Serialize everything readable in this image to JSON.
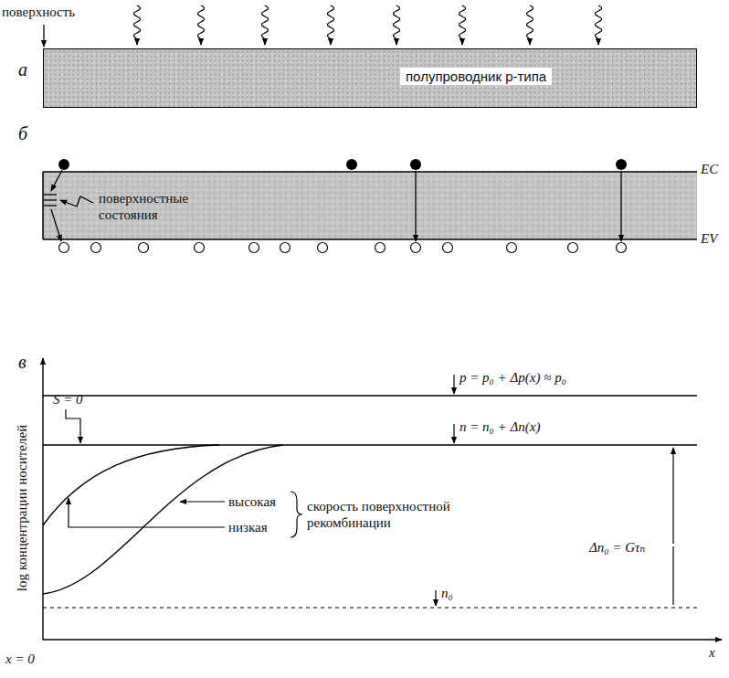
{
  "diagram": {
    "nodes": [
      {
        "text": [
          "полупроводник p-типа"
        ]
      }
    ],
    "labels": [
      "поверхность",
      "а",
      "б",
      "поверхностные состояния",
      "EC",
      "EV",
      "в",
      "log концентрации носителей",
      "p = p₀ + Δp(x) ≈ p₀",
      "S = 0",
      "n = n₀ + Δn(x)",
      "высокая",
      "низкая",
      "скорость поверхностной рекомбинации",
      "n₀",
      "Δn₀ = Gτₙ",
      "x = 0",
      "x"
    ]
  }
}
